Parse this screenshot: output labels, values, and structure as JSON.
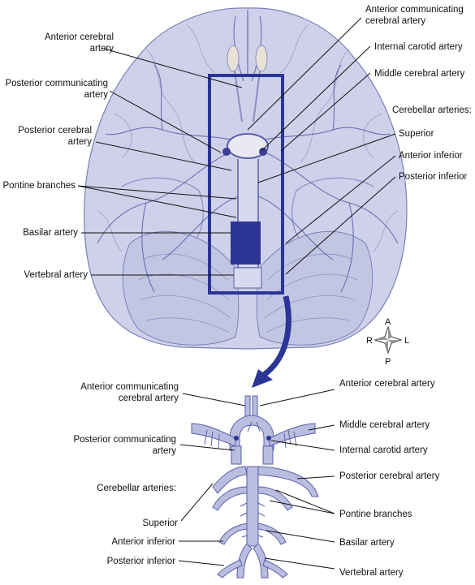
{
  "top_labels": {
    "anterior_communicating_1": "Anterior communicating",
    "anterior_communicating_2": "cerebral artery",
    "anterior_cerebral_1": "Anterior cerebral",
    "anterior_cerebral_2": "artery",
    "internal_carotid": "Internal carotid artery",
    "middle_cerebral": "Middle cerebral artery",
    "posterior_communicating_1": "Posterior communicating",
    "posterior_communicating_2": "artery",
    "cerebellar_arteries": "Cerebellar arteries:",
    "posterior_cerebral_1": "Posterior cerebral",
    "posterior_cerebral_2": "artery",
    "superior": "Superior",
    "anterior_inferior": "Anterior inferior",
    "pontine_branches": "Pontine branches",
    "posterior_inferior": "Posterior inferior",
    "basilar": "Basilar artery",
    "vertebral": "Vertebral artery"
  },
  "compass": {
    "a": "A",
    "p": "P",
    "r": "R",
    "l": "L"
  },
  "bottom_labels": {
    "anterior_communicating_1": "Anterior communicating",
    "anterior_communicating_2": "cerebral artery",
    "anterior_cerebral": "Anterior cerebral artery",
    "middle_cerebral": "Middle cerebral artery",
    "posterior_communicating_1": "Posterior communicating",
    "posterior_communicating_2": "artery",
    "internal_carotid": "Internal carotid artery",
    "posterior_cerebral": "Posterior cerebral artery",
    "cerebellar_arteries": "Cerebellar arteries:",
    "pontine_branches": "Pontine branches",
    "superior": "Superior",
    "basilar": "Basilar artery",
    "anterior_inferior": "Anterior inferior",
    "posterior_inferior": "Posterior inferior",
    "vertebral": "Vertebral artery"
  },
  "colors": {
    "brain_fill": "#cfd1ea",
    "brain_stroke": "#7a7fb8",
    "vessel": "#4a4fa0",
    "highlight": "#2b3595",
    "artery_fill": "#b9bde0",
    "artery_stroke": "#5a5fa8"
  }
}
